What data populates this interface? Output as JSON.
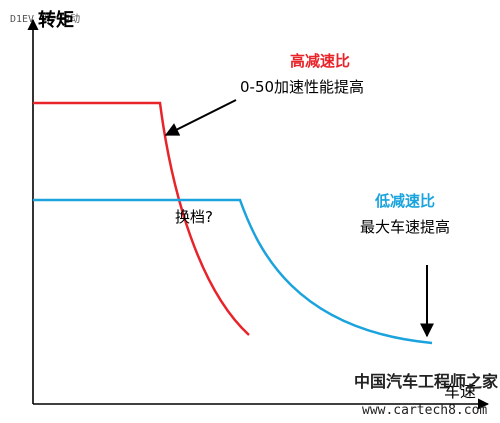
{
  "watermark_top": "D1EV 第一电动",
  "axes": {
    "y_label": "转矩",
    "x_label": "车速"
  },
  "curves": {
    "high_ratio": {
      "title": "高减速比",
      "description": "0-50加速性能提高",
      "color": "#e8232a"
    },
    "low_ratio": {
      "title": "低减速比",
      "description": "最大车速提高",
      "color": "#1aa3dc"
    }
  },
  "shift_question": "换档?",
  "site_watermark": {
    "name": "中国汽车工程师之家",
    "url": "www.cartech8.com"
  }
}
